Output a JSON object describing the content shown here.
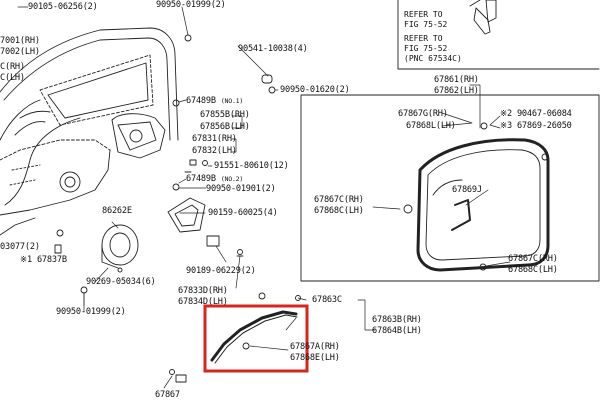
{
  "diagram": {
    "left_labels": {
      "l1": "90105-06256(2)",
      "l2": "7001(RH)",
      "l3": "7002(LH)",
      "l4": "C(RH)",
      "l5": "C(LH)",
      "l6": "03077(2)",
      "l7": "※1 67837B"
    },
    "center_labels": {
      "c1": "90950-01999(2)",
      "c2": "90541-10038(4)",
      "c3": "90950-01620(2)",
      "c4": "67489B",
      "c4n": "(NO.1)",
      "c5": "67855B(RH)",
      "c6": "67856B(LH)",
      "c7": "67831(RH)",
      "c8": "67832(LH)",
      "c9": "91551-80610(12)",
      "c10": "67489B",
      "c10n": "(NO.2)",
      "c11": "90950-01901(2)",
      "c12": "86262E",
      "c13": "90159-60025(4)",
      "c14": "90269-05034(6)",
      "c15": "90189-06229(2)",
      "c16": "90950-01999(2)",
      "c17": "67833D(RH)",
      "c18": "67834D(LH)",
      "c19": "67863C",
      "c20": "67863B(RH)",
      "c21": "67864B(LH)",
      "c22": "67867A(RH)",
      "c23": "67868E(LH)",
      "c24": "67867"
    },
    "right_labels": {
      "r1": "REFER TO",
      "r2": "FIG 75-52",
      "r3": "REFER TO",
      "r4": "FIG 75-52",
      "r5": "(PNC 67534C)",
      "r6": "67861(RH)",
      "r7": "67862(LH)",
      "r8": "67867G(RH)",
      "r9": "67868L(LH)",
      "r10": "※2 90467-06084",
      "r11": "※3 67869-26050",
      "r12": "67869J",
      "r13": "67867C(RH)",
      "r14": "67868C(LH)",
      "r15": "67867C(RH)",
      "r16": "67868C(LH)"
    }
  },
  "colors": {
    "highlight": "#d9261c",
    "line": "#222222"
  }
}
